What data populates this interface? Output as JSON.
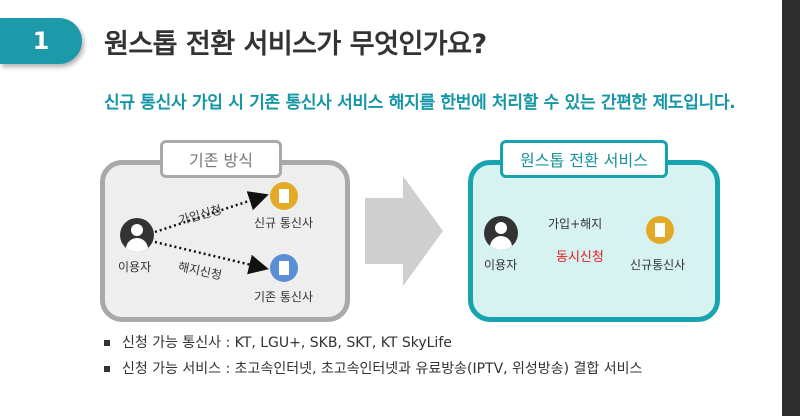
{
  "step_number": "1",
  "title": "원스톱 전환 서비스가 무엇인가요?",
  "subtitle": "신규 통신사 가입 시 기존 통신사 서비스 해지를 한번에 처리할 수 있는 간편한 제도입니다.",
  "old_method": {
    "label": "기존 방식",
    "user": "이용자",
    "join_label": "가입신청",
    "cancel_label": "해지신청",
    "new_carrier": "신규 통신사",
    "old_carrier": "기존 통신사"
  },
  "new_method": {
    "label": "원스톱 전환 서비스",
    "user": "이용자",
    "action_label": "가입+해지",
    "simultaneous": "동시신청",
    "new_carrier": "신규통신사"
  },
  "bullets": [
    "신청 가능 통신사 : KT, LGU+, SKB, SKT, KT SkyLife",
    "신청 가능 서비스 :  초고속인터넷, 초고속인터넷과 유료방송(IPTV, 위성방송) 결합 서비스"
  ],
  "colors": {
    "accent": "#1c9aaa",
    "check": "#e02020",
    "gold_icon": "#e5a928",
    "blue_icon": "#5a8fd6"
  }
}
